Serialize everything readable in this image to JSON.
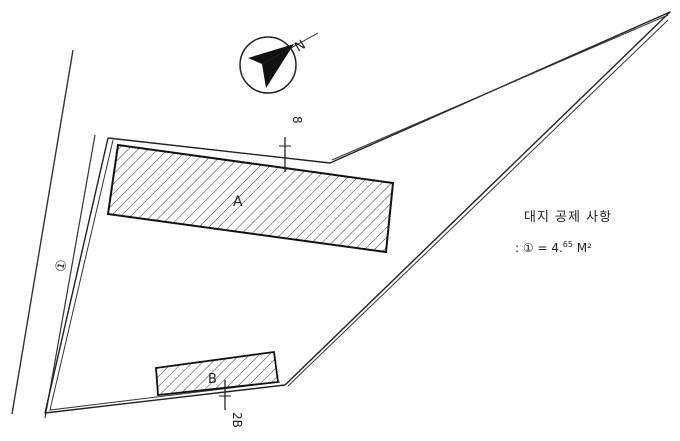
{
  "compass": {
    "north_label": "N"
  },
  "buildings": [
    {
      "id": "A",
      "label": "A"
    },
    {
      "id": "B",
      "label": "B"
    }
  ],
  "setbacks": {
    "top": "8",
    "bottom": "2B"
  },
  "boundary_label": "①",
  "notes": {
    "title": "대지 공제 사항",
    "line_prefix": ": ",
    "line_number": "①",
    "line_equals": " = ",
    "line_value": "4.",
    "line_value_sup": "65",
    "line_unit": " M²"
  }
}
